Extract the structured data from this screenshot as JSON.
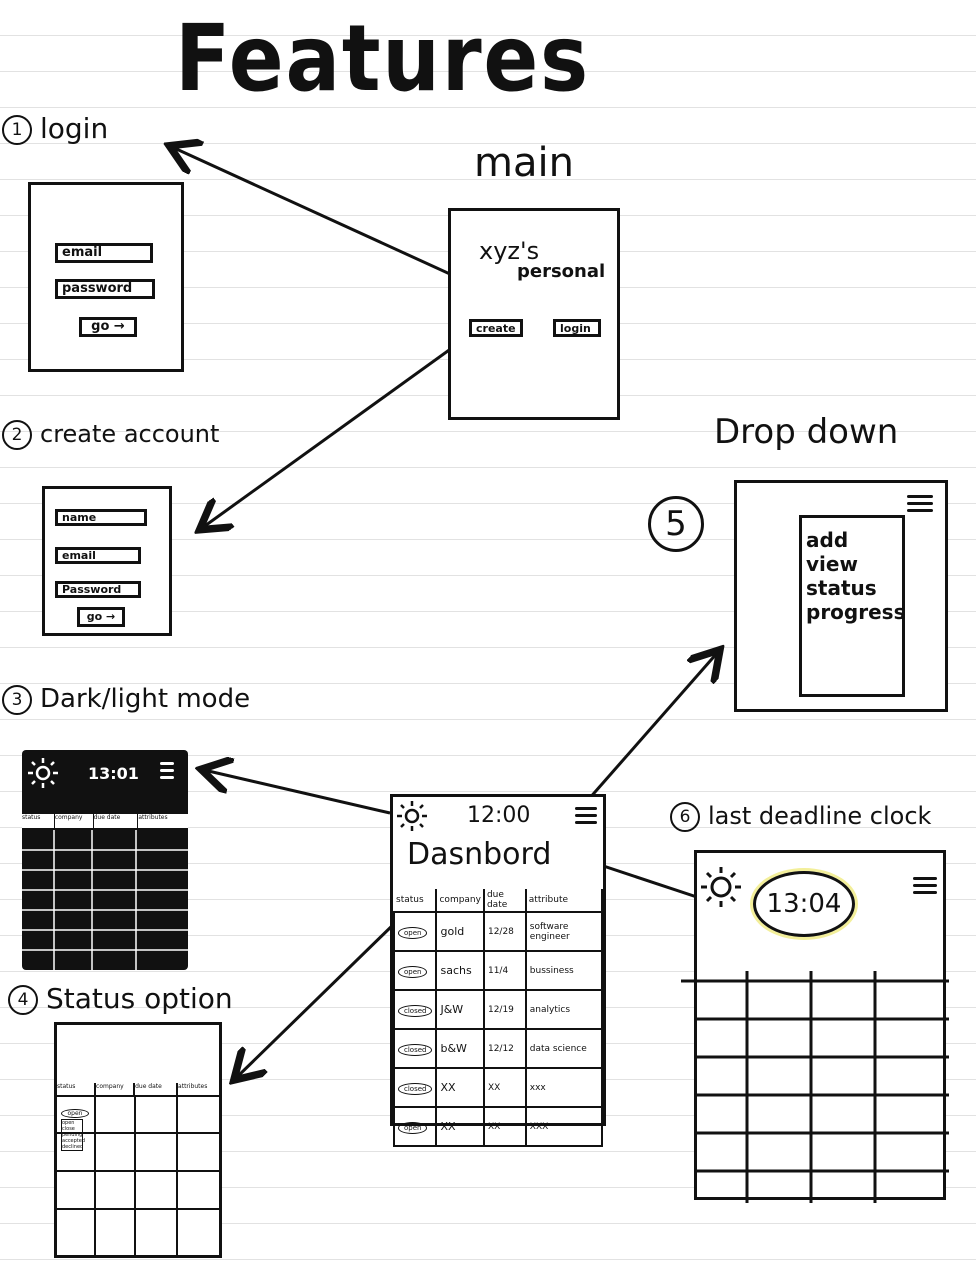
{
  "title": "Features",
  "sections": {
    "login": {
      "num": "1",
      "label": "login",
      "fields": [
        "email",
        "password"
      ],
      "go": "go →"
    },
    "create": {
      "num": "2",
      "label": "create account",
      "fields": [
        "name",
        "email",
        "Password"
      ],
      "go": "go →"
    },
    "dark": {
      "num": "3",
      "label": "Dark/light mode",
      "time": "13:01",
      "headers": [
        "status",
        "company",
        "due date",
        "attributes"
      ]
    },
    "status": {
      "num": "4",
      "label": "Status option",
      "headers": [
        "status",
        "company",
        "due date",
        "attributes"
      ],
      "options": [
        "open",
        "open",
        "close",
        "pending",
        "accepted",
        "declined"
      ]
    },
    "dropdown": {
      "num": "5",
      "label": "Drop down",
      "items": [
        "add",
        "view",
        "status",
        "progress"
      ]
    },
    "clock": {
      "num": "6",
      "label": "last deadline clock",
      "time": "13:04"
    }
  },
  "main": {
    "label": "main",
    "line1": "xyz's",
    "line2": "personal",
    "create": "create",
    "login": "login"
  },
  "dashboard": {
    "time": "12:00",
    "title": "Dasnbord",
    "headers": [
      "status",
      "company",
      "due date",
      "attribute"
    ],
    "rows": [
      [
        "open",
        "gold",
        "12/28",
        "software engineer"
      ],
      [
        "open",
        "sachs",
        "11/4",
        "bussiness"
      ],
      [
        "closed",
        "J&W",
        "12/19",
        "analytics"
      ],
      [
        "closed",
        "b&W",
        "12/12",
        "data science"
      ],
      [
        "closed",
        "XX",
        "XX",
        "xxx"
      ],
      [
        "open",
        "XX",
        "XX",
        "XXX"
      ]
    ]
  }
}
